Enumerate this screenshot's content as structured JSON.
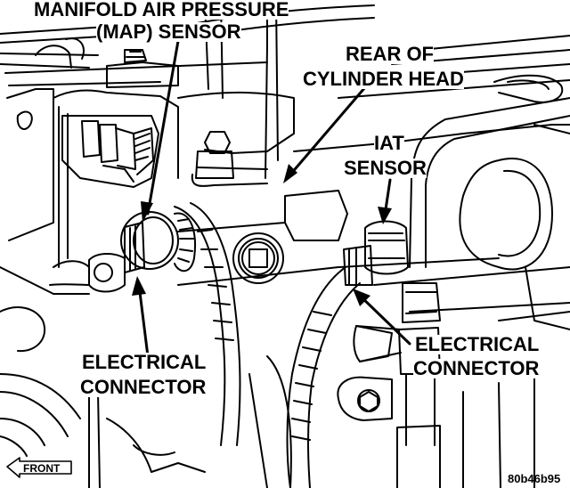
{
  "figure": {
    "id_code": "80b46b95",
    "ink_color": "#000000",
    "paper_color": "#ffffff"
  },
  "labels": {
    "map_sensor_line1": "MANIFOLD AIR PRESSURE",
    "map_sensor_line2": "(MAP) SENSOR",
    "rear_head_line1": "REAR OF",
    "rear_head_line2": "CYLINDER HEAD",
    "iat_line1": "IAT",
    "iat_line2": "SENSOR",
    "left_connector_line1": "ELECTRICAL",
    "left_connector_line2": "CONNECTOR",
    "right_connector_line1": "ELECTRICAL",
    "right_connector_line2": "CONNECTOR"
  },
  "orientation": {
    "front_label": "FRONT",
    "front_icon": "left-arrow-icon"
  }
}
